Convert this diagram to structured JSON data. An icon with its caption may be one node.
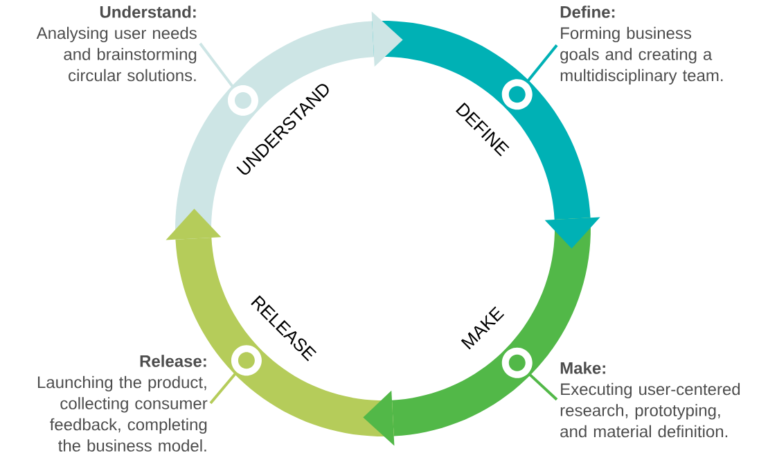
{
  "diagram": {
    "nodes": [
      {
        "text": [
          "UNDERSTAND"
        ]
      },
      {
        "text": [
          "DEFINE"
        ]
      },
      {
        "text": [
          "MAKE"
        ]
      },
      {
        "text": [
          "RELEASE"
        ]
      },
      {
        "text": [
          "Understand:",
          "Analysing user needs and brainstorming circular solutions."
        ]
      },
      {
        "text": [
          "Define:",
          "Forming business goals and creating a multidisciplinary team."
        ]
      },
      {
        "text": [
          "Make:",
          "Executing user-centered research, prototyping, and material definition."
        ]
      },
      {
        "text": [
          "Release:",
          "Launching the product, collecting consumer feedback, completing the business model."
        ]
      }
    ],
    "edges": [
      {
        "from": 0,
        "to": 1,
        "arrow": "to",
        "color": "#cde5e5"
      },
      {
        "from": 1,
        "to": 2,
        "arrow": "to",
        "color": "#00b1b5"
      },
      {
        "from": 2,
        "to": 3,
        "arrow": "to",
        "color": "#52b848"
      },
      {
        "from": 3,
        "to": 0,
        "arrow": "to",
        "color": "#b5cc5a"
      },
      {
        "from": 4,
        "to": 0,
        "arrow": "none",
        "color": "#cde5e5"
      },
      {
        "from": 5,
        "to": 1,
        "arrow": "none",
        "color": "#00b1b5"
      },
      {
        "from": 6,
        "to": 2,
        "arrow": "none",
        "color": "#52b848"
      },
      {
        "from": 7,
        "to": 3,
        "arrow": "none",
        "color": "#b5cc5a"
      }
    ]
  }
}
